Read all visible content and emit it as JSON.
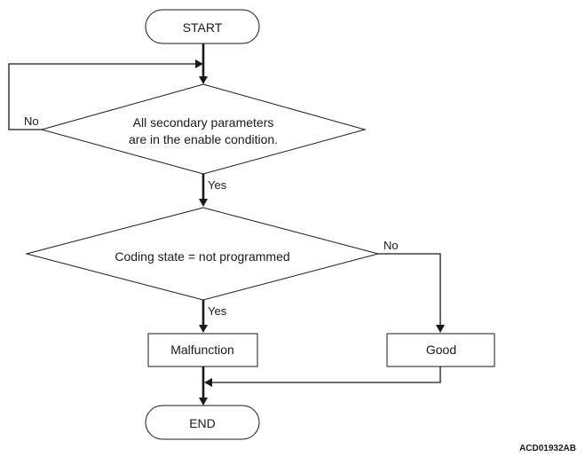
{
  "flowchart": {
    "start": "START",
    "decision1": {
      "line1": "All secondary parameters",
      "line2": "are in the enable condition."
    },
    "decision1_no": "No",
    "decision1_yes": "Yes",
    "decision2": "Coding state = not programmed",
    "decision2_no": "No",
    "decision2_yes": "Yes",
    "malfunction": "Malfunction",
    "good": "Good",
    "end": "END"
  },
  "figure_code": "ACD01932AB"
}
